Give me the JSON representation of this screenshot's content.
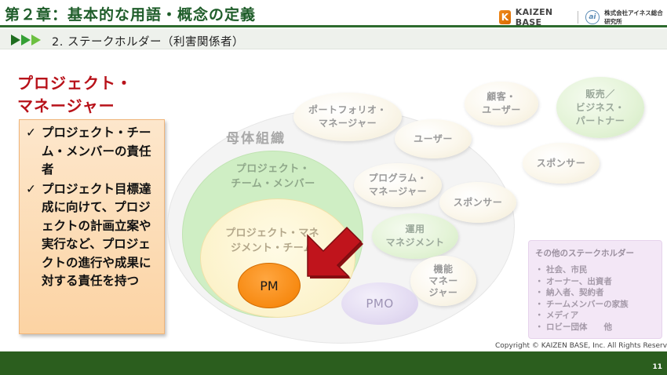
{
  "header": {
    "chapter_title": "第２章：基本的な用語・概念の定義",
    "brand_name": "KAIZEN BASE",
    "partner_name": "株式会社アイネス総合研究所"
  },
  "section": {
    "title": "2. ステークホルダー（利害関係者）"
  },
  "left": {
    "heading_line1": "プロジェクト・",
    "heading_line2": "マネージャー",
    "check_mark": "✓",
    "bullets": [
      "プロジェクト・チーム・メンバーの責任者",
      "プロジェクト目標達成に向けて、プロジェクトの計画立案や実行など、プロジェクトの進行や成果に対する責任を持つ"
    ]
  },
  "diagram": {
    "parent_org": "母体組織",
    "project_team": "プロジェクト・\nチーム・メンバー",
    "pm_team": "プロジェクト・マネ\nジメント・チーム",
    "pm": "PM",
    "portfolio_manager": "ポートフォリオ・\nマネージャー",
    "user_inner": "ユーザー",
    "program_manager": "プログラム・\nマネージャー",
    "sponsor_inner": "スポンサー",
    "operations": "運用\nマネジメント",
    "functional_manager": "機能\nマネー\nジャー",
    "pmo": "PMO",
    "customer_user": "顧客・\nユーザー",
    "sales_partner": "販売／\nビジネス・\nパートナー",
    "sponsor_outer": "スポンサー"
  },
  "others": {
    "title": "その他のステークホルダー",
    "bullet": "・",
    "items": [
      "社会、市民",
      "オーナー、出資者",
      "納入者、契約者",
      "チームメンバーの家族",
      "メディア",
      "ロビー団体　　他"
    ]
  },
  "footer": {
    "copyright": "Copyright ©  KAIZEN BASE, Inc. All Rights Reserved.",
    "page_number": "11"
  },
  "colors": {
    "header_green": "#1f5d2a",
    "heading_red": "#b8121a",
    "pm_orange": "#f78a12",
    "arrow_red": "#c0141c"
  }
}
